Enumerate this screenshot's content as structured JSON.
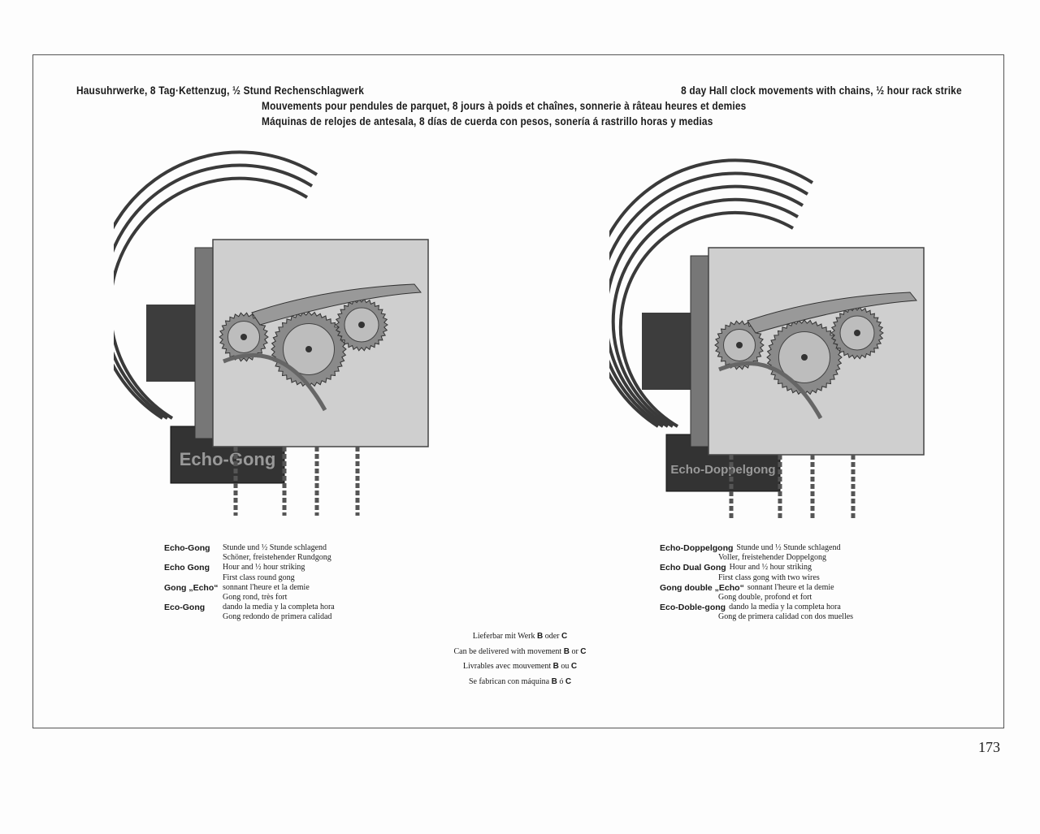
{
  "header": {
    "german": "Hausuhrwerke, 8 Tag·Kettenzug, ½ Stund Rechenschlagwerk",
    "english": "8 day Hall clock movements with chains, ½ hour rack strike",
    "french": "Mouvements pour pendules de parquet, 8 jours à poids et chaînes, sonnerie à râteau heures et demies",
    "spanish": "Máquinas de relojes de antesala, 8 días de cuerda con pesos, sonería á rastrillo horas y medias"
  },
  "left": {
    "plate_label": "Echo-Gong",
    "rows": [
      {
        "name": "Echo-Gong",
        "text": "Stunde und ½ Stunde schlagend"
      },
      {
        "name": "",
        "text": "Schöner, freistehender Rundgong"
      },
      {
        "name": "Echo Gong",
        "text": "Hour and ½ hour striking"
      },
      {
        "name": "",
        "text": "First class round gong"
      },
      {
        "name": "Gong „Echo“",
        "text": "sonnant l'heure et la demie"
      },
      {
        "name": "",
        "text": "Gong rond, très fort"
      },
      {
        "name": "Eco-Gong",
        "text": "dando la media y la completa hora"
      },
      {
        "name": "",
        "text": "Gong redondo de primera calidad"
      }
    ]
  },
  "right": {
    "plate_label": "Echo-Doppelgong",
    "rows": [
      {
        "name": "Echo-Doppelgong",
        "text": "Stunde und ½ Stunde schlagend"
      },
      {
        "name": "",
        "text": "Voller, freistehender Doppelgong"
      },
      {
        "name": "Echo Dual Gong",
        "text": "Hour and ½ hour striking"
      },
      {
        "name": "",
        "text": "First class gong with two wires"
      },
      {
        "name": "Gong double „Echo“",
        "text": "sonnant l'heure et la demie"
      },
      {
        "name": "",
        "text": "Gong double, profond et fort"
      },
      {
        "name": "Eco-Doble-gong",
        "text": "dando la media y la completa hora"
      },
      {
        "name": "",
        "text": "Gong de primera calidad con dos muelles"
      }
    ]
  },
  "delivery": [
    {
      "pre": "Lieferbar mit Werk",
      "b1": "B",
      "mid": "oder",
      "b2": "C"
    },
    {
      "pre": "Can be delivered with movement",
      "b1": "B",
      "mid": "or",
      "b2": "C"
    },
    {
      "pre": "Livrables avec mouvement",
      "b1": "B",
      "mid": "ou",
      "b2": "C"
    },
    {
      "pre": "Se fabrican con máquina",
      "b1": "B",
      "mid": "ó",
      "b2": "C"
    }
  ],
  "page_number": "173"
}
